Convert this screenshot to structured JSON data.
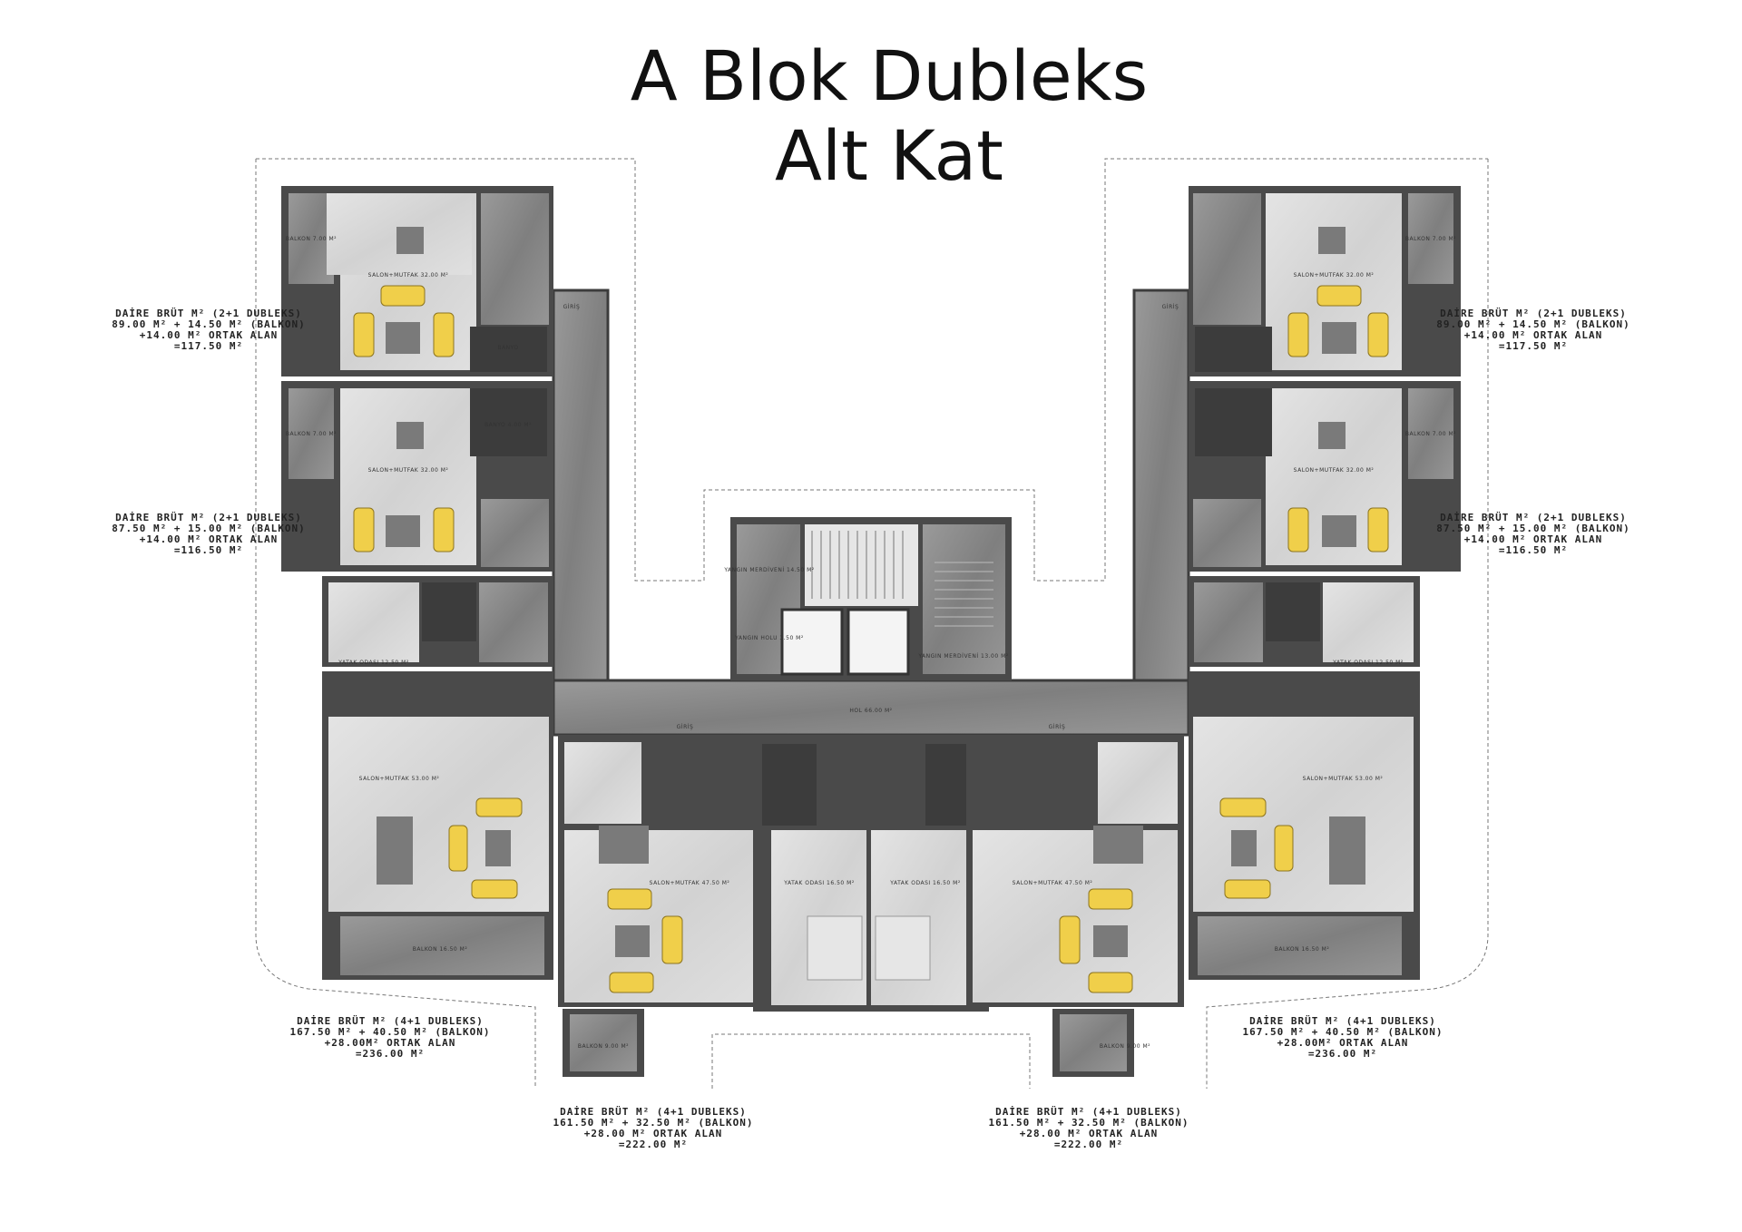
{
  "title": {
    "line1": "A Blok Dubleks",
    "line2": "Alt Kat"
  },
  "area_notes": {
    "top_left": [
      "DAİRE BRÜT M² (2+1 DUBLEKS)",
      "89.00 M² + 14.50 M² (BALKON)",
      "+14.00 M² ORTAK ALAN",
      "=117.50 M²"
    ],
    "mid_left": [
      "DAİRE BRÜT M² (2+1 DUBLEKS)",
      "87.50 M² + 15.00 M² (BALKON)",
      "+14.00 M² ORTAK ALAN",
      "=116.50 M²"
    ],
    "top_right": [
      "DAİRE BRÜT M² (2+1 DUBLEKS)",
      "89.00 M² + 14.50 M² (BALKON)",
      "+14.00 M² ORTAK ALAN",
      "=117.50 M²"
    ],
    "mid_right": [
      "DAİRE BRÜT M² (2+1 DUBLEKS)",
      "87.50 M² + 15.00 M² (BALKON)",
      "+14.00 M² ORTAK ALAN",
      "=116.50 M²"
    ],
    "bottom_left": [
      "DAİRE BRÜT M² (4+1 DUBLEKS)",
      "167.50 M² + 40.50 M² (BALKON)",
      "+28.00M² ORTAK ALAN",
      "=236.00 M²"
    ],
    "bottom_right": [
      "DAİRE BRÜT M² (4+1 DUBLEKS)",
      "167.50 M² + 40.50 M² (BALKON)",
      "+28.00M² ORTAK ALAN",
      "=236.00 M²"
    ],
    "center_left": [
      "DAİRE BRÜT M² (4+1 DUBLEKS)",
      "161.50 M² + 32.50 M² (BALKON)",
      "+28.00 M² ORTAK ALAN",
      "=222.00 M²"
    ],
    "center_right": [
      "DAİRE BRÜT M² (4+1 DUBLEKS)",
      "161.50 M² + 32.50 M² (BALKON)",
      "+28.00 M² ORTAK ALAN",
      "=222.00 M²"
    ]
  },
  "room_labels": {
    "balkon_7": "BALKON 7.00 M²",
    "salon_mutfak_32": "SALON+MUTFAK 32.00 M²",
    "banyo": "BANYO",
    "banyo_4": "BANYO 4.00 M²",
    "yatak_odasi": "YATAK ODASI 12.50 M²",
    "salon_mutfak_53": "SALON+MUTFAK 53.00 M²",
    "balkon_16": "BALKON 16.50 M²",
    "salon_mutfak_47": "SALON+MUTFAK 47.50 M²",
    "yatak_odasi_16": "YATAK ODASI 16.50 M²",
    "balkon_9": "BALKON 9.00 M²",
    "hol": "HOL 66.00 M²",
    "yangin_merdiveni": "YANGIN MERDİVENİ 14.50 M²",
    "yangin_holu": "YANGIN HOLU 3.50 M²",
    "yangin_merdiveni_2": "YANGIN MERDİVENİ 13.00 M²",
    "giris": "GİRİŞ"
  },
  "colors": {
    "wall": "#4a4a4a",
    "marble_light": "#dcdcdc",
    "marble_dark": "#8e8e8e",
    "corridor": "#7d7d7d",
    "furniture": "#f0cf4a",
    "table": "#7a7a7a"
  }
}
